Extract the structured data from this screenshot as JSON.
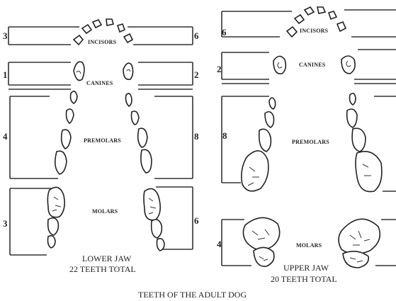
{
  "labels": {
    "incisors": "INCISORS",
    "canines": "CANINES",
    "premolars": "PREMOLARS",
    "molars": "MOLARS"
  },
  "lower_jaw": {
    "title": "LOWER JAW",
    "total": "22 TEETH TOTAL",
    "counts": {
      "incisors_left": "3",
      "incisors_right": "6",
      "canines_left": "1",
      "canines_right": "2",
      "premolars_left": "4",
      "premolars_right": "8",
      "molars_left": "3",
      "molars_right": "6"
    }
  },
  "upper_jaw": {
    "title": "UPPER JAW",
    "total": "20 TEETH TOTAL",
    "counts": {
      "incisors_left": "6",
      "canines_left": "2",
      "premolars_left": "8",
      "molars_left": "4"
    }
  },
  "caption": "TEETH OF THE ADULT DOG"
}
